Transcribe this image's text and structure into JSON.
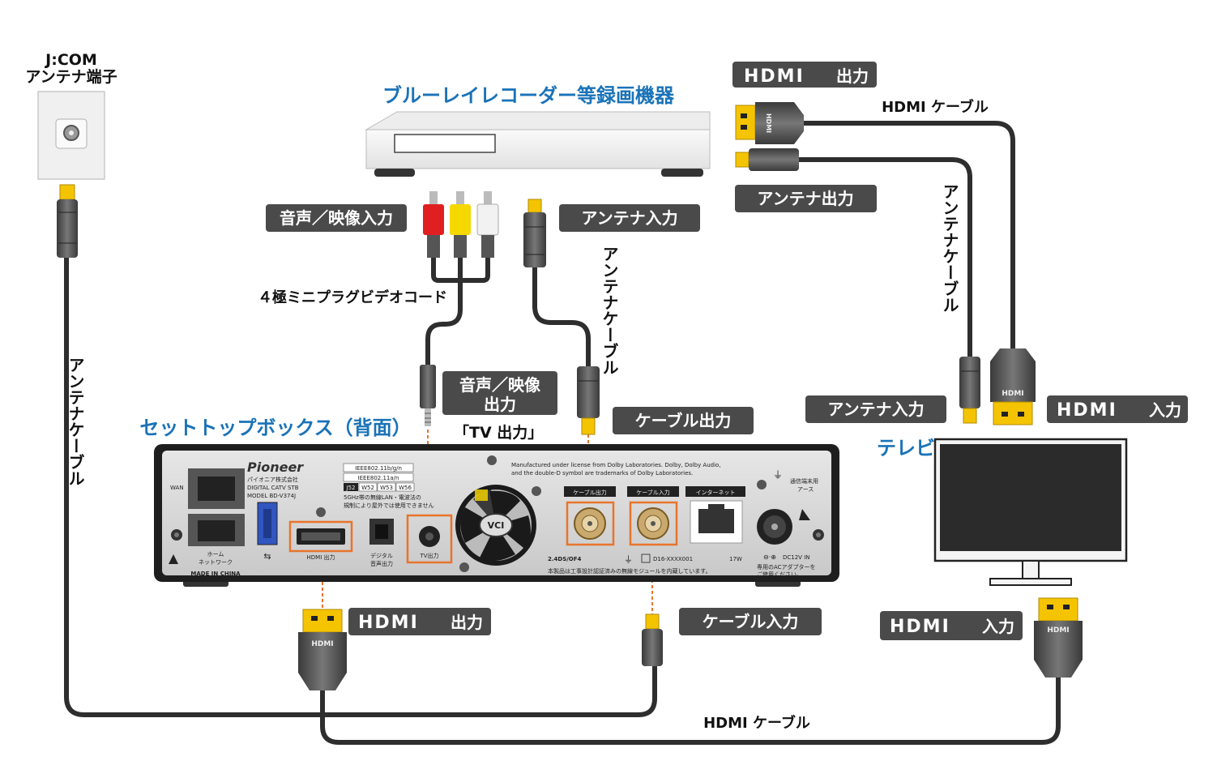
{
  "wall_outlet": {
    "line1": "J:COM",
    "line2": "アンテナ端子"
  },
  "recorder": {
    "title": "ブルーレイレコーダー等録画機器"
  },
  "stb": {
    "title": "セットトップボックス（背面）",
    "brand": "Pioneer",
    "maker": "パイオニア株式会社",
    "model_line1": "DIGITAL CATV STB",
    "model_line2": "MODEL BD-V374J",
    "wlan1": "IEEE802.11b/g/n",
    "wlan2": "IEEE802.11a/n",
    "w52": "W52",
    "w53": "W53",
    "w56": "W56",
    "j52": "J52",
    "wlan_note1": "5GHz帯の無線LAN・電波法の",
    "wlan_note2": "規制により屋外では使用できません",
    "dolby1": "Manufactured under license from Dolby Laboratories. Dolby, Dolby Audio,",
    "dolby2": "and the double-D symbol are trademarks of Dolby Laboratories.",
    "port_wan": "WAN",
    "port_home1": "ホーム",
    "port_home2": "ネットワーク",
    "port_hdmi": "HDMI 出力",
    "port_digital1": "デジタル",
    "port_digital2": "音声出力",
    "port_tv": "TV出力",
    "port_cable_out": "ケーブル出力",
    "port_cable_in": "ケーブル入力",
    "port_internet": "インターネット",
    "earth1": "通信端末用",
    "earth2": "アース",
    "dc": "DC12V IN",
    "adapter1": "専用のACアダプターを",
    "adapter2": "ご使用ください。",
    "made_in": "MADE IN CHINA",
    "band": "2.4DS/OF4",
    "cert_code": "D16-XXXX001",
    "watt": "17W",
    "module_note": "本製品は工事設計認証済みの無線モジュールを内蔵しています。",
    "fan_logo": "VCI"
  },
  "tv": {
    "title": "テレビ"
  },
  "labels": {
    "rec_hdmi_out": "出力",
    "rec_antenna_out": "アンテナ出力",
    "rec_av_in": "音声／映像入力",
    "rec_antenna_in": "アンテナ入力",
    "hdmi_cable_top": "HDMI ケーブル",
    "hdmi_cable_bottom": "HDMI ケーブル",
    "antenna_cable_left": "アンテナケーブル",
    "antenna_cable_mid": "アンテナケーブル",
    "antenna_cable_right": "アンテナケーブル",
    "plug_cord": "４極ミニプラグビデオコード",
    "av_out_line1": "音声／映像",
    "av_out_line2": "出力",
    "tv_out": "「TV 出力」",
    "cable_out": "ケーブル出力",
    "cable_in": "ケーブル入力",
    "stb_hdmi_out": "出力",
    "tv_antenna_in": "アンテナ入力",
    "tv_hdmi_in": "入力",
    "tv_hdmi_in_bottom": "入力"
  },
  "hdmi_logo": "HDMI",
  "plug_text": "HDMI",
  "colors": {
    "label_bg": "#4a4a4a",
    "accent_blue": "#1a73b8",
    "highlight_orange": "#e8742c",
    "cable": "#2e2e2e",
    "plug_gold": "#f5c400",
    "rca_red": "#e02020",
    "rca_yellow": "#f5d800",
    "rca_white": "#f2f2f2"
  }
}
